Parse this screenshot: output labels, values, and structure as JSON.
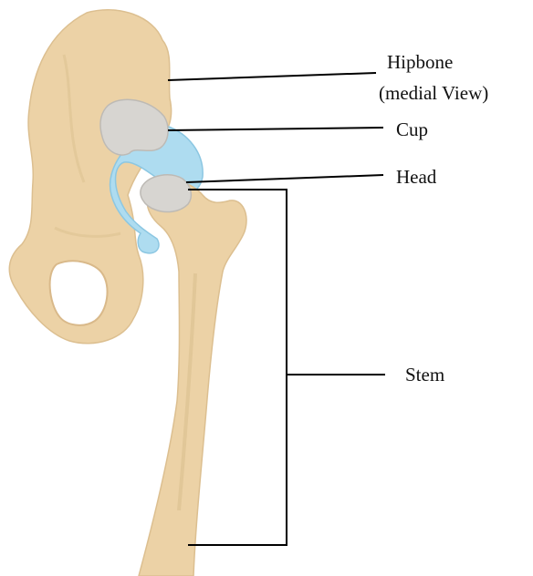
{
  "labels": {
    "hipbone_line1": "Hipbone",
    "hipbone_line2": "(medial View)",
    "cup": "Cup",
    "head": "Head",
    "stem": "Stem"
  },
  "colors": {
    "bone": "#ecd2a6",
    "bone_shadow": "#d9b98a",
    "implant_cup": "#aedcf0",
    "implant_cup_edge": "#8cc7e2",
    "metal": "#d7d5d1",
    "metal_shade": "#bdbab5",
    "leader": "#000000"
  }
}
